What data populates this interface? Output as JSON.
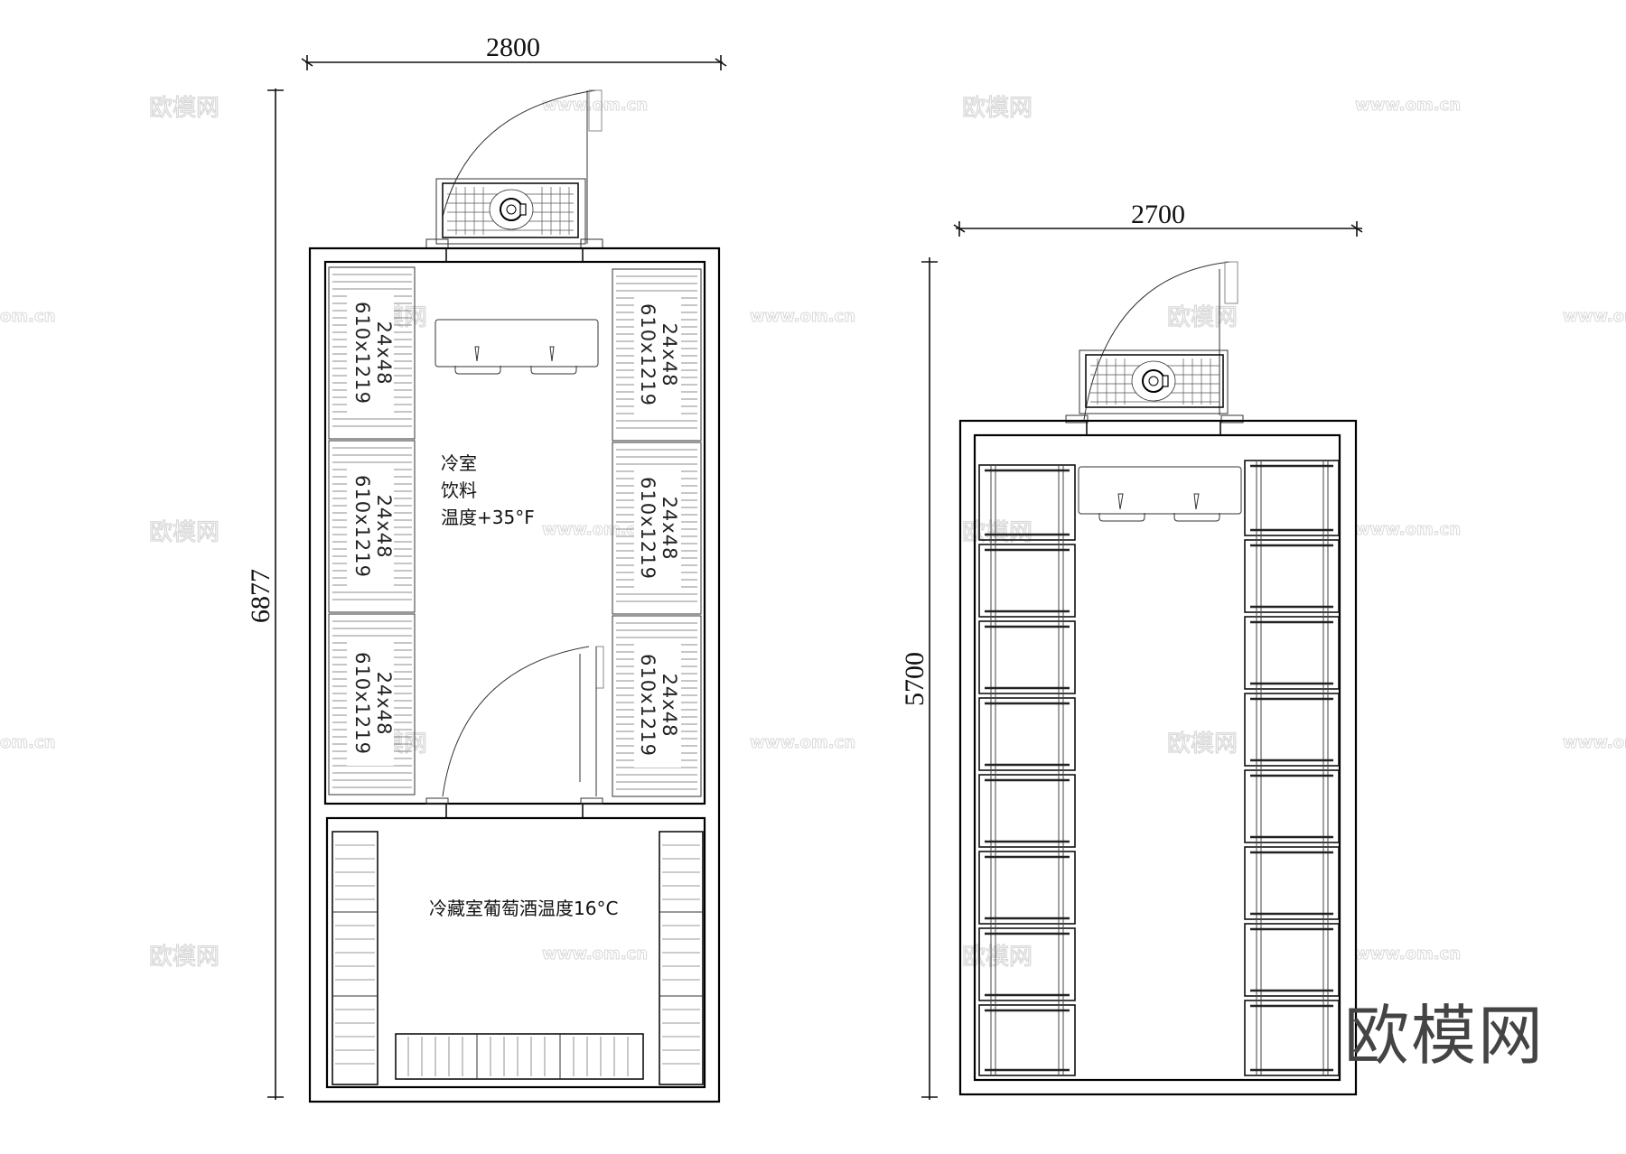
{
  "drawing": {
    "plan_left": {
      "width_dim": "2800",
      "height_dim": "6877",
      "cold_room": {
        "label_line1": "冷室",
        "label_line2": "饮料",
        "label_line3": "温度+35°F",
        "shelves": [
          {
            "side": "left",
            "line1": "24x48",
            "line2": "610x1219"
          },
          {
            "side": "left",
            "line1": "24x48",
            "line2": "610x1219"
          },
          {
            "side": "left",
            "line1": "24x48",
            "line2": "610x1219"
          },
          {
            "side": "right",
            "line1": "24x48",
            "line2": "610x1219"
          },
          {
            "side": "right",
            "line1": "24x48",
            "line2": "610x1219"
          },
          {
            "side": "right",
            "line1": "24x48",
            "line2": "610x1219"
          }
        ]
      },
      "wine_room": {
        "label": "冷藏室葡萄酒温度16°C"
      }
    },
    "plan_right": {
      "width_dim": "2700",
      "height_dim": "5700"
    }
  },
  "watermarks": {
    "brand_cn": "欧模网",
    "url": "www.om.cn",
    "url_short": "om.cn"
  },
  "brand_logo": "欧模网"
}
